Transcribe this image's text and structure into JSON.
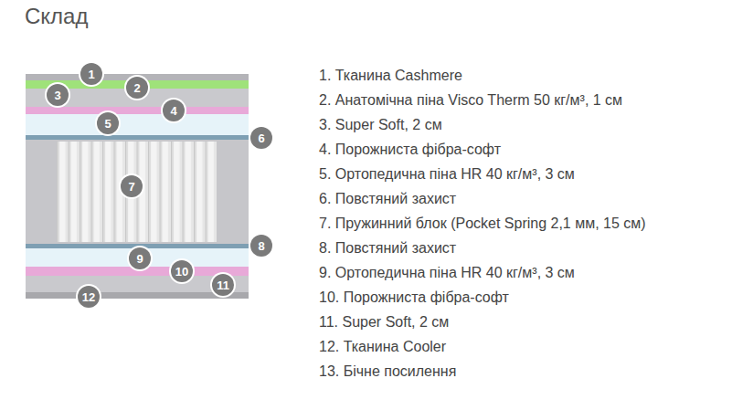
{
  "diagram": {
    "title": "Склад",
    "nodes": [
      {
        "text": [
          "1"
        ]
      },
      {
        "text": [
          "2"
        ]
      },
      {
        "text": [
          "3"
        ]
      },
      {
        "text": [
          "4"
        ]
      },
      {
        "text": [
          "5"
        ]
      },
      {
        "text": [
          "6"
        ]
      },
      {
        "text": [
          "7"
        ]
      },
      {
        "text": [
          "8"
        ]
      },
      {
        "text": [
          "9"
        ]
      },
      {
        "text": [
          "10"
        ]
      },
      {
        "text": [
          "11"
        ]
      },
      {
        "text": [
          "12"
        ]
      }
    ],
    "labels": [
      "1. Тканина Cashmere",
      "2. Анатомічна піна Visco Therm 50 кг/м³, 1 см",
      "3. Super Soft, 2 см",
      "4. Порожниста фібра-софт",
      "5. Ортопедична піна HR 40 кг/м³, 3 см",
      "6. Повстяний захист",
      "7. Пружинний блок (Pocket Spring 2,1 мм, 15 см)",
      "8. Повстяний захист",
      "9. Ортопедична піна HR 40 кг/м³, 3 см",
      "10. Порожниста фібра-софт",
      "11. Super Soft, 2 см",
      "12. Тканина Cooler",
      "13. Бічне посилення"
    ]
  }
}
